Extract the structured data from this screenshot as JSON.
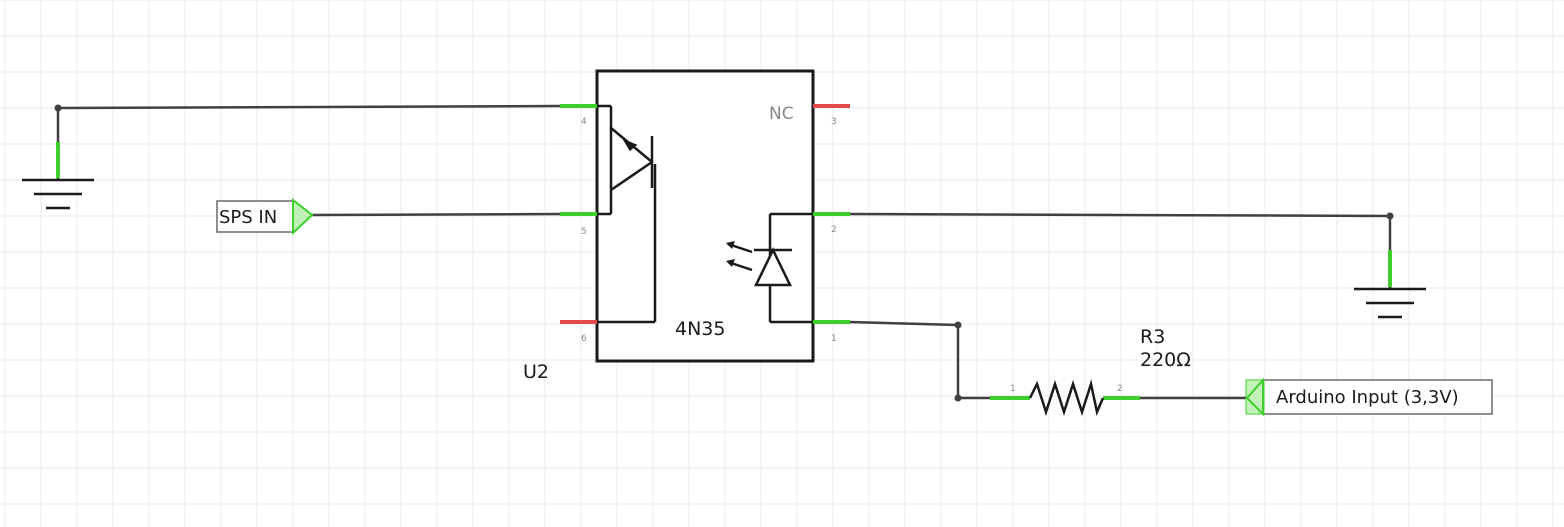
{
  "optocoupler": {
    "ref": "U2",
    "model": "4N35",
    "nc_label": "NC",
    "pins": {
      "p1": "1",
      "p2": "2",
      "p3": "3",
      "p4": "4",
      "p5": "5",
      "p6": "6"
    }
  },
  "resistor": {
    "ref": "R3",
    "value": "220Ω",
    "pin1": "1",
    "pin2": "2"
  },
  "net_labels": {
    "sps_in": "SPS IN",
    "arduino_input": "Arduino Input (3,3V)"
  },
  "colors": {
    "wire": "#404040",
    "pin_connected": "#3ecf2c",
    "pin_unconnected": "#e04a4a",
    "grid": "#e9e9e9"
  }
}
